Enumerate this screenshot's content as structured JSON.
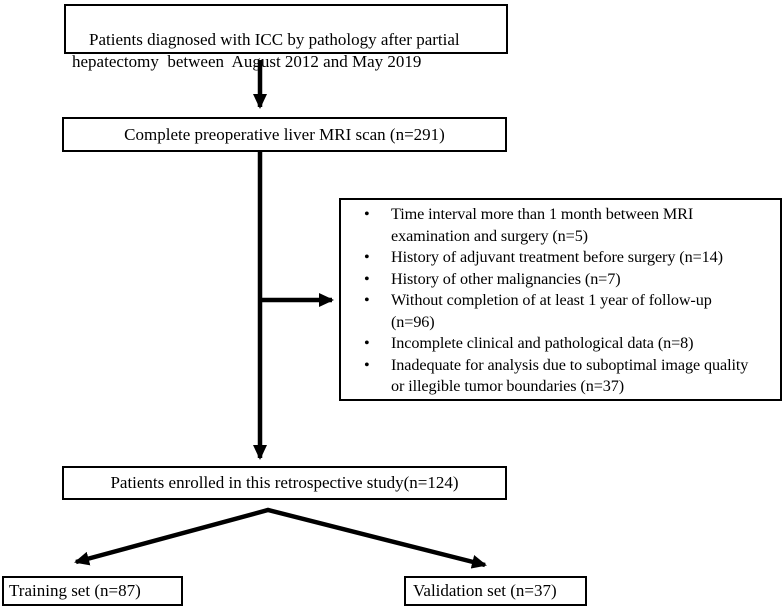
{
  "figure": {
    "type": "patient-flow-diagram",
    "boxes": {
      "diagnosed": {
        "text": "Patients diagnosed with ICC by pathology after partial\nhepatectomy  between  August 2012 and May 2019"
      },
      "mri": {
        "text": "Complete preoperative liver MRI scan (n=291)"
      },
      "exclusions": {
        "items": [
          "Time interval more than 1 month between MRI\nexamination and surgery (n=5)",
          "History of adjuvant treatment before surgery (n=14)",
          "History of other malignancies (n=7)",
          "Without completion of at least 1 year of follow-up\n(n=96)",
          "Incomplete clinical and pathological data (n=8)",
          "Inadequate for analysis due to suboptimal image quality\nor illegible tumor boundaries (n=37)"
        ]
      },
      "enrolled": {
        "text": "Patients enrolled in this retrospective study(n=124)"
      },
      "training": {
        "text": "Training set (n=87)"
      },
      "validation": {
        "text": "Validation set (n=37)"
      }
    },
    "counts": {
      "mri_scan": 291,
      "enrolled": 124,
      "training": 87,
      "validation": 37,
      "excluded": [
        5,
        14,
        7,
        96,
        8,
        37
      ]
    },
    "colors": {
      "background": "#ffffff",
      "border": "#000000",
      "text": "#000000",
      "arrow": "#000000"
    }
  }
}
